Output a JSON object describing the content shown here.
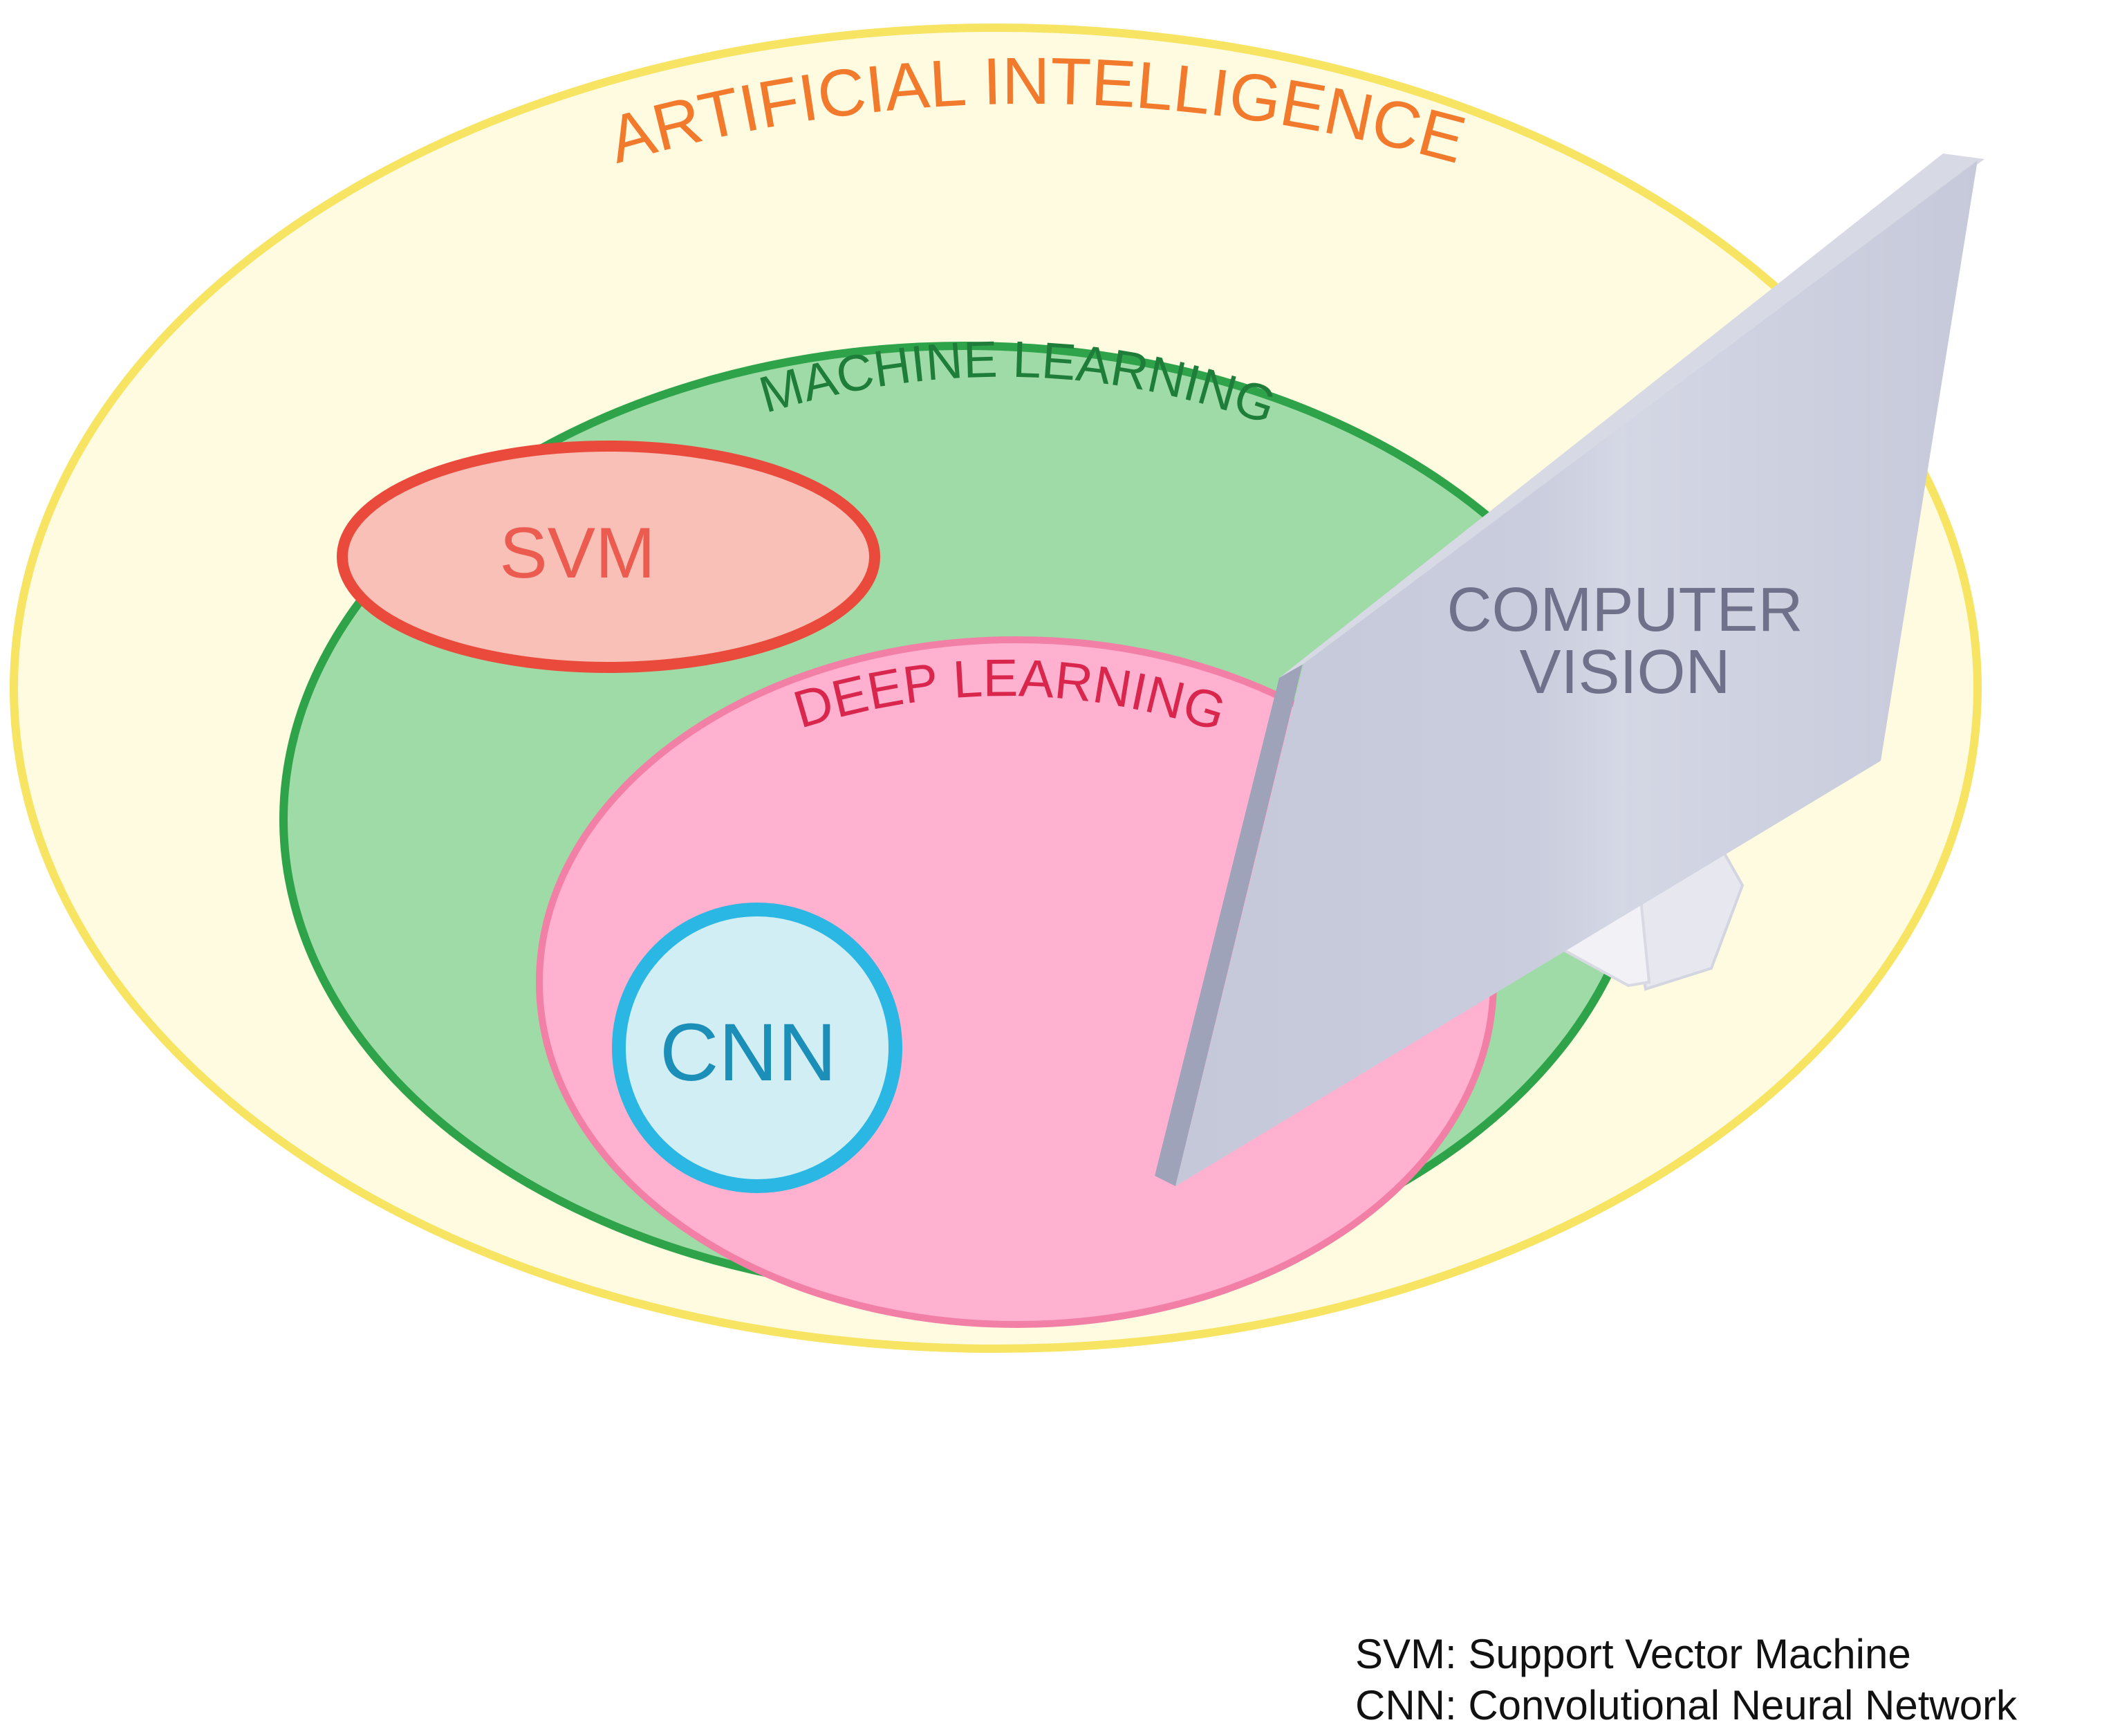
{
  "diagram": {
    "ai": {
      "label": "ARTIFICIAL INTELLIGENCE"
    },
    "ml": {
      "label": "MACHINE LEARNING"
    },
    "svm": {
      "label": "SVM"
    },
    "dl": {
      "label": "DEEP LEARNING"
    },
    "cnn": {
      "label": "CNN"
    },
    "cv": {
      "line1": "COMPUTER",
      "line2": "VISION"
    }
  },
  "legend": {
    "svm": "SVM: Support Vector Machine",
    "cnn": "CNN: Convolutional Neural Network"
  },
  "colors": {
    "ai_fill": "#fffbe0",
    "ai_stroke": "#f7e463",
    "ai_text": "#f27a2c",
    "ml_fill": "#9fdba6",
    "ml_stroke": "#2fa34a",
    "ml_text": "#1f7d3a",
    "svm_fill": "#f8c0b6",
    "svm_stroke": "#ea4a3c",
    "svm_text": "#ec5b50",
    "dl_fill": "#ffb1cf",
    "dl_stroke": "#f27fa6",
    "dl_text": "#d9264d",
    "cnn_fill": "#d2eef5",
    "cnn_stroke": "#2bb7e3",
    "cnn_text": "#1b8fb8",
    "cv_text": "#6e7189",
    "monitor_face": "#c9ccdb",
    "monitor_side": "#9ea3ba"
  }
}
